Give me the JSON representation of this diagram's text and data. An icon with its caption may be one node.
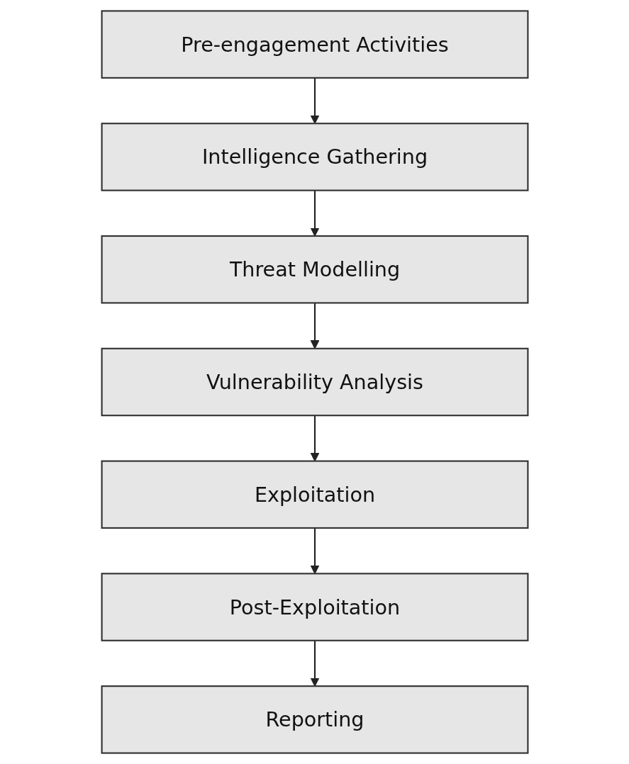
{
  "diagram": {
    "nodes": [
      {
        "text": [
          "Pre-engagement Activities"
        ]
      },
      {
        "text": [
          "Intelligence Gathering"
        ]
      },
      {
        "text": [
          "Threat Modelling"
        ]
      },
      {
        "text": [
          "Vulnerability Analysis"
        ]
      },
      {
        "text": [
          "Exploitation"
        ]
      },
      {
        "text": [
          "Post-Exploitation"
        ]
      },
      {
        "text": [
          "Reporting"
        ]
      }
    ],
    "edges": [
      {
        "from": 0,
        "to": 1,
        "arrow": "to"
      },
      {
        "from": 1,
        "to": 2,
        "arrow": "to"
      },
      {
        "from": 2,
        "to": 3,
        "arrow": "to"
      },
      {
        "from": 3,
        "to": 4,
        "arrow": "to"
      },
      {
        "from": 4,
        "to": 5,
        "arrow": "to"
      },
      {
        "from": 5,
        "to": 6,
        "arrow": "to"
      }
    ]
  }
}
